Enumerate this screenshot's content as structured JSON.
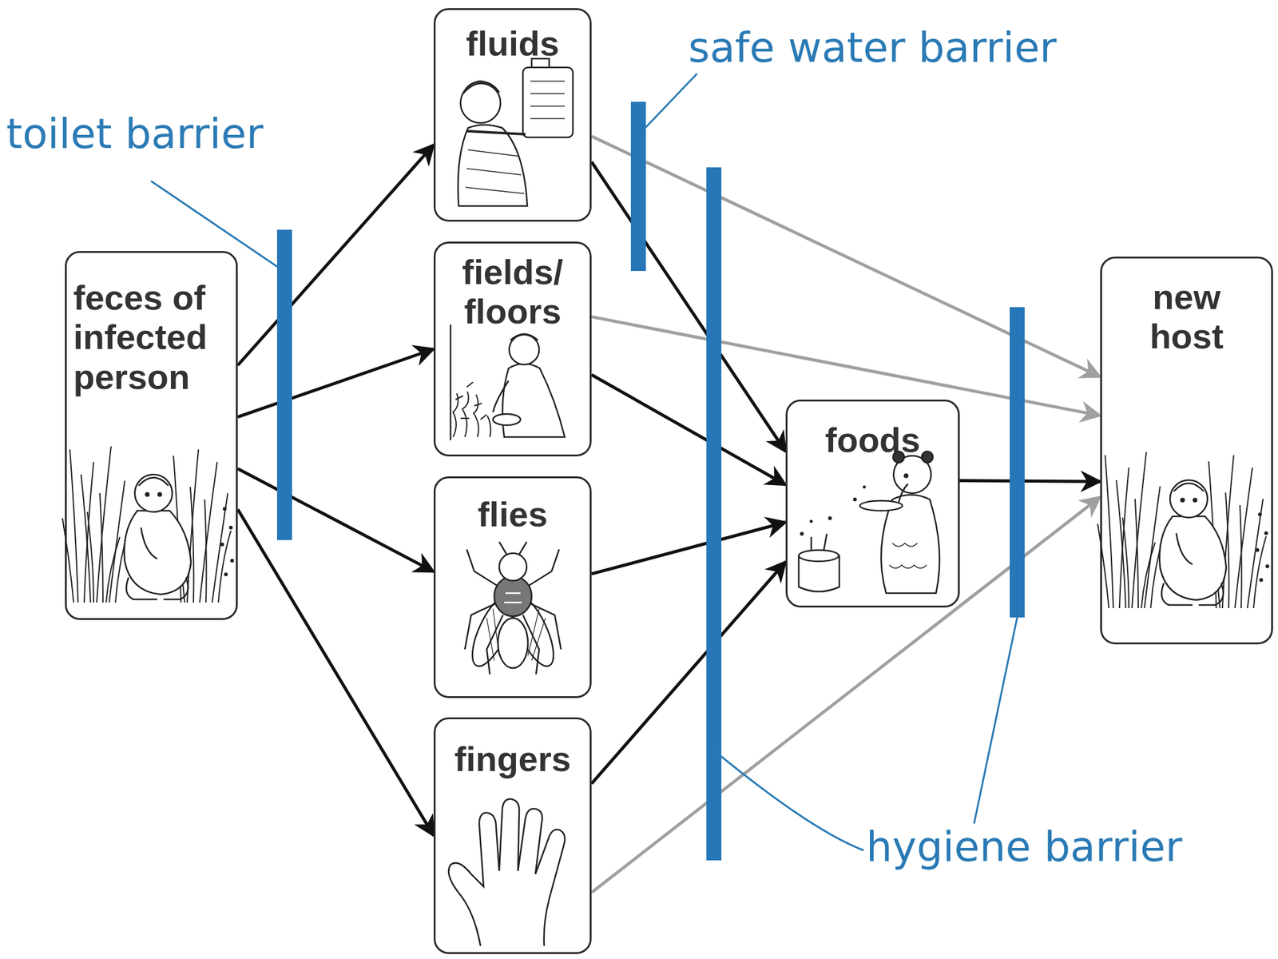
{
  "diagram": {
    "nodes": [
      {
        "text": [
          "feces of infected person"
        ]
      },
      {
        "text": [
          "fluids"
        ]
      },
      {
        "text": [
          "fields/ floors"
        ]
      },
      {
        "text": [
          "flies"
        ]
      },
      {
        "text": [
          "fingers"
        ]
      },
      {
        "text": [
          "foods"
        ]
      },
      {
        "text": [
          "new host"
        ]
      }
    ],
    "edges": [
      {
        "from": 0,
        "to": 1,
        "arrow": "to"
      },
      {
        "from": 0,
        "to": 2,
        "arrow": "to"
      },
      {
        "from": 0,
        "to": 3,
        "arrow": "to"
      },
      {
        "from": 0,
        "to": 4,
        "arrow": "to"
      },
      {
        "from": 1,
        "to": 5,
        "arrow": "to"
      },
      {
        "from": 2,
        "to": 5,
        "arrow": "to"
      },
      {
        "from": 3,
        "to": 5,
        "arrow": "to"
      },
      {
        "from": 4,
        "to": 5,
        "arrow": "to"
      },
      {
        "from": 1,
        "to": 6,
        "arrow": "to"
      },
      {
        "from": 2,
        "to": 6,
        "arrow": "to"
      },
      {
        "from": 4,
        "to": 6,
        "arrow": "to"
      },
      {
        "from": 5,
        "to": 6,
        "arrow": "to"
      }
    ],
    "labels": [
      "toilet barrier",
      "safe water barrier",
      "hygiene barrier"
    ]
  }
}
